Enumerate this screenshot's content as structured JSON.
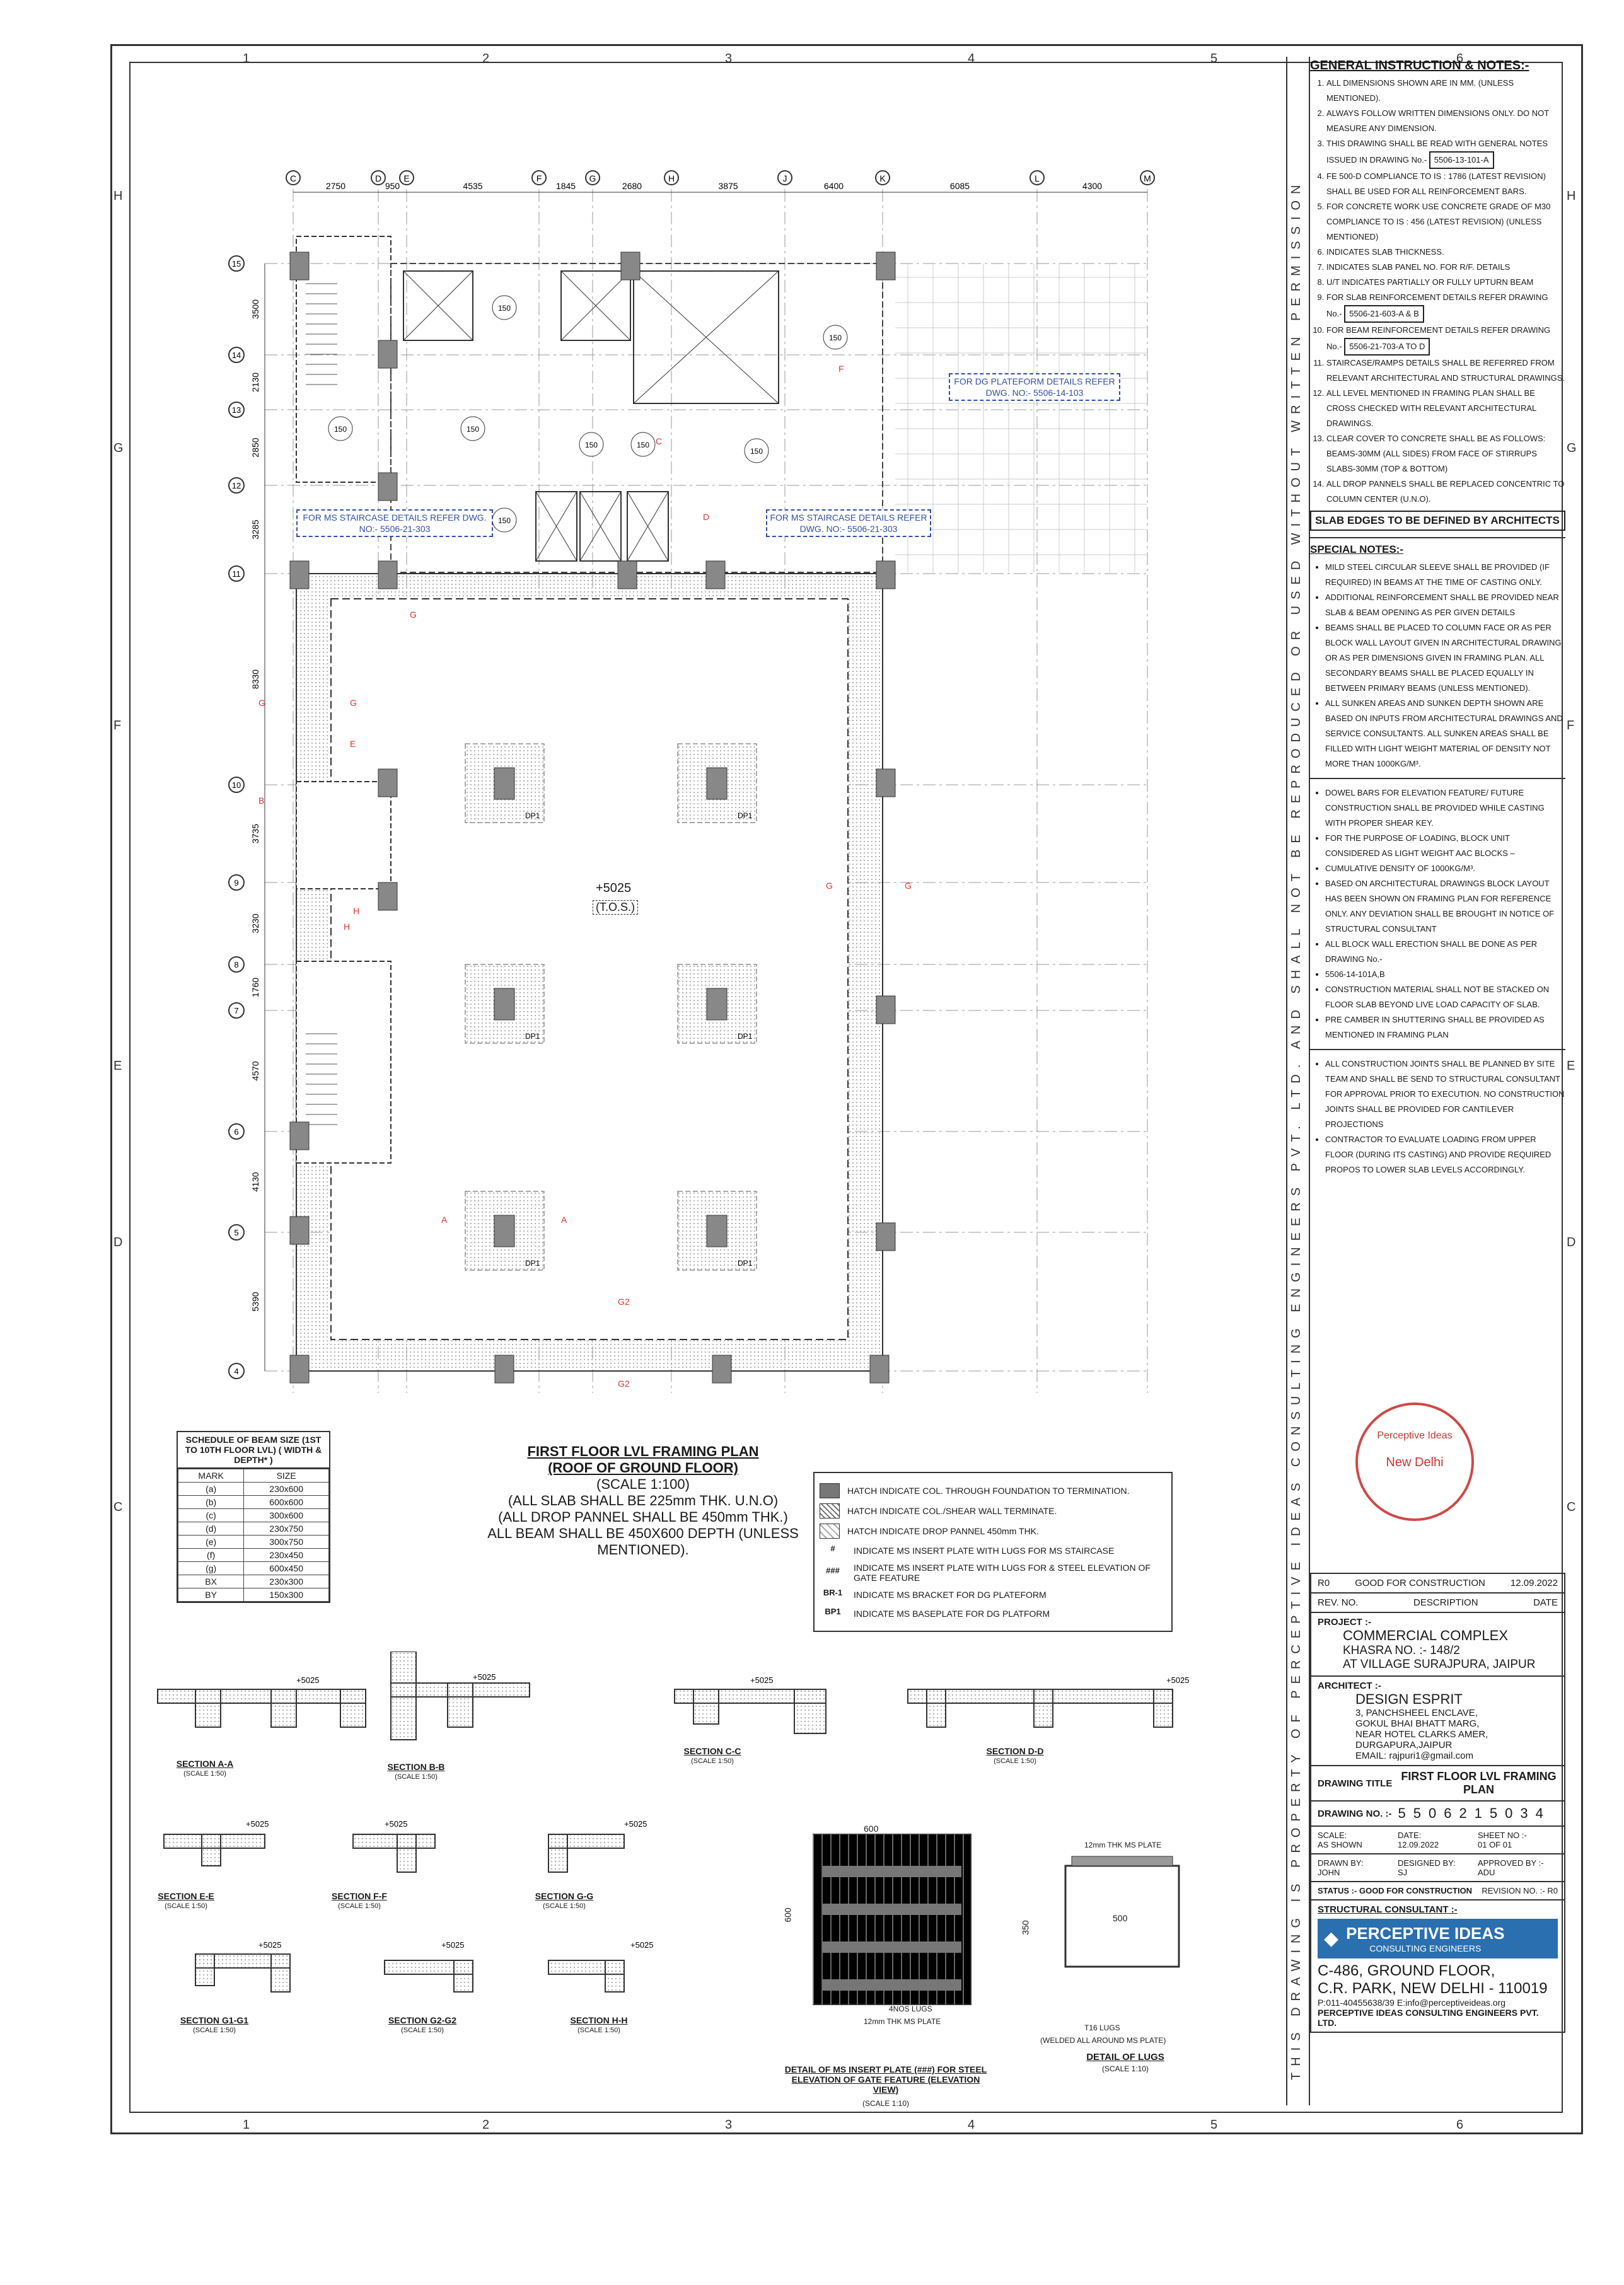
{
  "grid_numbers_top": [
    "1",
    "2",
    "3",
    "4",
    "5",
    "6"
  ],
  "grid_letters_side": [
    "H",
    "G",
    "F",
    "E",
    "D",
    "C"
  ],
  "columns": [
    "C",
    "D",
    "E",
    "F",
    "G",
    "H",
    "J",
    "K",
    "L",
    "M"
  ],
  "column_dims": [
    "2750",
    "950",
    "4535",
    "1845",
    "2680",
    "3875",
    "6400",
    "6085",
    "4300"
  ],
  "rows": [
    "15",
    "14",
    "13",
    "12",
    "11",
    "10",
    "9",
    "8",
    "7",
    "6",
    "5",
    "4"
  ],
  "row_dims": [
    "3500",
    "2130",
    "2850",
    "3285",
    "8330",
    "3735",
    "3230",
    "1760",
    "4570",
    "4130",
    "5390"
  ],
  "notes": {
    "title": "GENERAL INSTRUCTION & NOTES:-",
    "items": [
      "ALL DIMENSIONS SHOWN ARE IN MM. (UNLESS MENTIONED).",
      "ALWAYS FOLLOW WRITTEN DIMENSIONS ONLY. DO NOT MEASURE ANY DIMENSION.",
      "THIS DRAWING SHALL BE READ WITH GENERAL NOTES ISSUED IN DRAWING No.-",
      "FE 500-D COMPLIANCE TO IS : 1786 (LATEST REVISION) SHALL BE USED FOR ALL REINFORCEMENT BARS.",
      "FOR CONCRETE WORK USE CONCRETE GRADE OF M30 COMPLIANCE TO IS : 456 (LATEST REVISION) (UNLESS MENTIONED)",
      "INDICATES SLAB THICKNESS.",
      "INDICATES SLAB PANEL NO. FOR R/F. DETAILS",
      "U/T INDICATES PARTIALLY OR FULLY UPTURN BEAM",
      "FOR SLAB REINFORCEMENT DETAILS REFER DRAWING No.-",
      "FOR BEAM REINFORCEMENT DETAILS REFER DRAWING No.-",
      "STAIRCASE/RAMPS DETAILS SHALL BE REFERRED FROM RELEVANT ARCHITECTURAL AND STRUCTURAL DRAWINGS.",
      "ALL LEVEL MENTIONED IN FRAMING PLAN SHALL BE CROSS CHECKED WITH RELEVANT ARCHITECTURAL DRAWINGS.",
      "CLEAR COVER TO CONCRETE SHALL BE AS FOLLOWS: BEAMS-30MM (ALL SIDES) FROM FACE OF STIRRUPS SLABS-30MM (TOP & BOTTOM)",
      "ALL DROP PANNELS SHALL BE REPLACED CONCENTRIC TO COLUMN CENTER (U.N.O)."
    ],
    "ref_general": "5506-13-101-A",
    "ref_slab": "5506-21-603-A & B",
    "ref_beam": "5506-21-703-A TO D",
    "slab_edges": "SLAB EDGES TO BE DEFINED BY ARCHITECTS",
    "special_title": "SPECIAL NOTES:-",
    "special": [
      "MILD STEEL CIRCULAR SLEEVE SHALL BE PROVIDED (IF REQUIRED) IN BEAMS AT THE TIME OF CASTING ONLY.",
      "ADDITIONAL REINFORCEMENT SHALL BE PROVIDED NEAR SLAB & BEAM OPENING AS PER GIVEN DETAILS",
      "BEAMS SHALL BE PLACED TO COLUMN FACE OR AS PER BLOCK WALL LAYOUT GIVEN IN ARCHITECTURAL DRAWING OR AS PER DIMENSIONS GIVEN IN FRAMING PLAN. ALL SECONDARY BEAMS SHALL BE PLACED EQUALLY IN BETWEEN PRIMARY BEAMS (UNLESS MENTIONED).",
      "ALL SUNKEN AREAS AND SUNKEN DEPTH SHOWN ARE BASED ON INPUTS FROM ARCHITECTURAL DRAWINGS AND SERVICE CONSULTANTS. ALL SUNKEN AREAS SHALL BE FILLED WITH LIGHT WEIGHT MATERIAL OF DENSITY NOT MORE THAN 1000KG/M³."
    ],
    "special2": [
      "DOWEL BARS FOR ELEVATION FEATURE/ FUTURE CONSTRUCTION SHALL BE PROVIDED WHILE CASTING WITH PROPER SHEAR KEY.",
      "FOR THE PURPOSE OF LOADING, BLOCK UNIT CONSIDERED AS LIGHT WEIGHT AAC BLOCKS –",
      "CUMULATIVE DENSITY OF 1000KG/M³.",
      "BASED ON ARCHITECTURAL DRAWINGS BLOCK LAYOUT HAS BEEN SHOWN ON FRAMING PLAN FOR REFERENCE ONLY. ANY DEVIATION SHALL BE BROUGHT IN NOTICE OF STRUCTURAL CONSULTANT",
      "ALL BLOCK WALL ERECTION SHALL BE DONE AS PER DRAWING No.-",
      "5506-14-101A,B",
      "CONSTRUCTION MATERIAL SHALL NOT BE STACKED ON FLOOR SLAB BEYOND LIVE LOAD CAPACITY OF SLAB.",
      "PRE CAMBER IN SHUTTERING SHALL BE PROVIDED AS MENTIONED IN FRAMING PLAN"
    ],
    "special3": [
      "ALL CONSTRUCTION JOINTS SHALL BE PLANNED BY SITE TEAM AND SHALL BE SEND TO STRUCTURAL CONSULTANT FOR APPROVAL PRIOR TO EXECUTION. NO CONSTRUCTION JOINTS SHALL BE PROVIDED FOR CANTILEVER PROJECTIONS",
      "CONTRACTOR TO EVALUATE LOADING FROM UPPER FLOOR (DURING ITS CASTING) AND PROVIDE REQUIRED PROPOS TO LOWER SLAB LEVELS ACCORDINGLY."
    ]
  },
  "vertical_strip": "THIS DRAWING IS PROPERTY OF PERCEPTIVE IDEAS CONSULTING ENGINEERS PVT. LTD. AND SHALL NOT BE REPRODUCED OR USED WITHOUT WRITTEN PERMISSION",
  "stamp": {
    "line1": "Perceptive Ideas",
    "line2": "New Delhi"
  },
  "revision": {
    "rev": "R0",
    "desc": "GOOD FOR CONSTRUCTION",
    "date": "12.09.2022",
    "h1": "REV. NO.",
    "h2": "DESCRIPTION",
    "h3": "DATE"
  },
  "project": {
    "label": "PROJECT :-",
    "name": "COMMERCIAL COMPLEX",
    "khasra": "KHASRA NO. :- 148/2",
    "place": "AT VILLAGE SURAJPURA, JAIPUR"
  },
  "architect": {
    "label": "ARCHITECT :-",
    "name": "DESIGN ESPRIT",
    "l1": "3, PANCHSHEEL ENCLAVE,",
    "l2": "GOKUL BHAI BHATT MARG,",
    "l3": "NEAR HOTEL CLARKS AMER,",
    "l4": "DURGAPURA,JAIPUR",
    "email": "EMAIL: rajpuri1@gmail.com"
  },
  "drawing": {
    "title_label": "DRAWING TITLE",
    "title": "FIRST FLOOR LVL FRAMING PLAN",
    "no_label": "DRAWING NO. :-",
    "no": "5506215034",
    "scale_label": "SCALE:",
    "scale": "AS SHOWN",
    "date_label": "DATE:",
    "date": "12.09.2022",
    "sheet_label": "SHEET NO :-",
    "sheet": "01 OF 01",
    "drawn_label": "DRAWN BY:",
    "drawn": "JOHN",
    "designed_label": "DESIGNED BY:",
    "designed": "SJ",
    "approved_label": "APPROVED BY :-",
    "approved": "ADU",
    "status_label": "STATUS :-",
    "status": "GOOD FOR CONSTRUCTION",
    "revno_label": "REVISION NO. :-",
    "revno": "R0"
  },
  "consultant": {
    "label": "STRUCTURAL CONSULTANT :-",
    "name": "PERCEPTIVE IDEAS",
    "sub": "CONSULTING ENGINEERS",
    "addr1": "C-486, GROUND FLOOR,",
    "addr2": "C.R. PARK, NEW DELHI - 110019",
    "contact": "P:011-40455638/39 E:info@perceptiveideas.org",
    "footer": "PERCEPTIVE IDEAS CONSULTING ENGINEERS PVT. LTD."
  },
  "plan": {
    "title1": "FIRST FLOOR LVL FRAMING PLAN",
    "title2": "(ROOF OF GROUND FLOOR)",
    "scale": "(SCALE 1:100)",
    "n1": "(ALL SLAB SHALL BE 225mm THK. U.N.O)",
    "n2": "(ALL DROP PANNEL SHALL BE 450mm THK.)",
    "n3": "ALL BEAM SHALL BE 450X600 DEPTH (UNLESS MENTIONED).",
    "level": "+5025",
    "tos": "(T.O.S.)",
    "ms_note": "FOR MS STAIRCASE DETAILS REFER DWG. NO:- 5506-21-303",
    "dg_note": "FOR DG PLATEFORM DETAILS REFER DWG. NO:- 5506-14-103"
  },
  "schedule": {
    "title": "SCHEDULE OF BEAM SIZE (1ST TO 10TH FLOOR LVL) ( WIDTH & DEPTH* )",
    "h_mark": "MARK",
    "h_size": "SIZE",
    "rows": [
      [
        "(a)",
        "230x600"
      ],
      [
        "(b)",
        "600x600"
      ],
      [
        "(c)",
        "300x600"
      ],
      [
        "(d)",
        "230x750"
      ],
      [
        "(e)",
        "300x750"
      ],
      [
        "(f)",
        "230x450"
      ],
      [
        "(g)",
        "600x450"
      ],
      [
        "BX",
        "230x300"
      ],
      [
        "BY",
        "150x300"
      ]
    ]
  },
  "legend": [
    {
      "sym": "",
      "text": "HATCH INDICATE COL. THROUGH FOUNDATION TO TERMINATION."
    },
    {
      "sym": "",
      "text": "HATCH INDICATE COL./SHEAR WALL TERMINATE."
    },
    {
      "sym": "",
      "text": "HATCH INDICATE DROP PANNEL 450mm THK."
    },
    {
      "sym": "#",
      "text": "INDICATE MS INSERT PLATE WITH LUGS FOR MS STAIRCASE"
    },
    {
      "sym": "###",
      "text": "INDICATE MS INSERT PLATE WITH LUGS FOR & STEEL ELEVATION OF GATE FEATURE"
    },
    {
      "sym": "BR-1",
      "text": "INDICATE MS BRACKET FOR DG PLATEFORM"
    },
    {
      "sym": "BP1",
      "text": "INDICATE MS BASEPLATE FOR DG PLATFORM"
    }
  ],
  "sections": [
    {
      "name": "SECTION A-A",
      "scale": "(SCALE 1:50)"
    },
    {
      "name": "SECTION B-B",
      "scale": "(SCALE 1:50)"
    },
    {
      "name": "SECTION C-C",
      "scale": "(SCALE 1:50)"
    },
    {
      "name": "SECTION D-D",
      "scale": "(SCALE 1:50)"
    },
    {
      "name": "SECTION E-E",
      "scale": "(SCALE 1:50)"
    },
    {
      "name": "SECTION F-F",
      "scale": "(SCALE 1:50)"
    },
    {
      "name": "SECTION G-G",
      "scale": "(SCALE 1:50)"
    },
    {
      "name": "SECTION G1-G1",
      "scale": "(SCALE 1:50)"
    },
    {
      "name": "SECTION G2-G2",
      "scale": "(SCALE 1:50)"
    },
    {
      "name": "SECTION H-H",
      "scale": "(SCALE 1:50)"
    }
  ],
  "detail_plate": {
    "title": "DETAIL OF MS INSERT PLATE (###) FOR STEEL ELEVATION OF GATE FEATURE (ELEVATION VIEW)",
    "scale": "(SCALE 1:10)",
    "w": "600",
    "h": "600",
    "lugs": "4NOS LUGS",
    "plate": "12mm THK MS PLATE"
  },
  "detail_lugs": {
    "title": "DETAIL OF LUGS",
    "scale": "(SCALE 1:10)",
    "plate": "12mm THK MS PLATE",
    "w": "500",
    "h": "350",
    "lug": "T16 LUGS",
    "weld": "(WELDED ALL AROUND MS PLATE)"
  }
}
